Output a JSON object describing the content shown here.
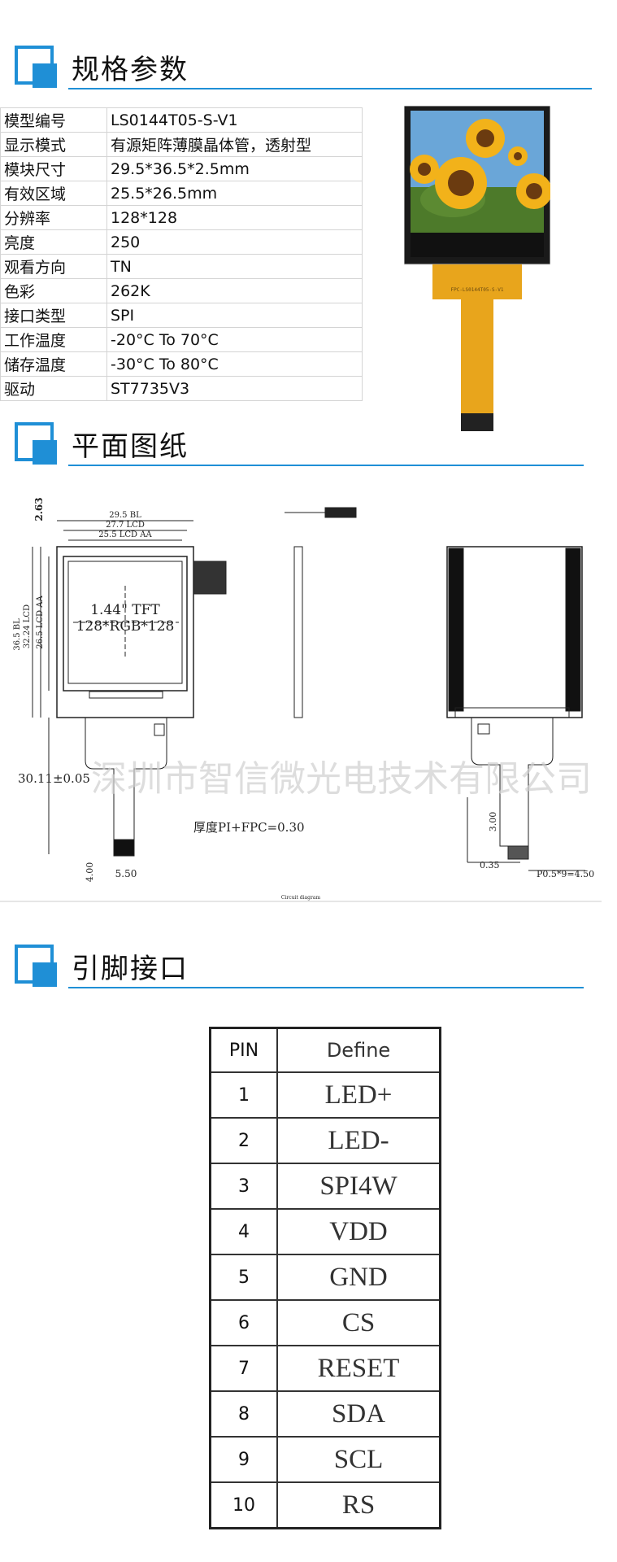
{
  "sections": {
    "spec_title": "规格参数",
    "drawing_title": "平面图纸",
    "pin_title": "引脚接口"
  },
  "specs": [
    {
      "label": "模型编号",
      "value": "LS0144T05-S-V1"
    },
    {
      "label": "显示模式",
      "value": "有源矩阵薄膜晶体管，透射型"
    },
    {
      "label": "模块尺寸",
      "value": "29.5*36.5*2.5mm"
    },
    {
      "label": "有效区域",
      "value": "25.5*26.5mm"
    },
    {
      "label": "分辨率",
      "value": "128*128"
    },
    {
      "label": "亮度",
      "value": "250"
    },
    {
      "label": "观看方向",
      "value": "TN"
    },
    {
      "label": "色彩",
      "value": "262K"
    },
    {
      "label": "接口类型",
      "value": "SPI"
    },
    {
      "label": "工作温度",
      "value": "-20°C To 70°C"
    },
    {
      "label": "储存温度",
      "value": "-30°C To 80°C"
    },
    {
      "label": "驱动",
      "value": "ST7735V3"
    }
  ],
  "product": {
    "fpc_text": "FPC-LS0144T05-S-V1",
    "colors": {
      "sky": "#6aa6d8",
      "petal": "#f2b21a",
      "center": "#6b3b10",
      "leaf": "#4d7a2a",
      "fpc": "#e8a51c"
    }
  },
  "drawing": {
    "dims": {
      "top": "2.63",
      "bl_w": "29.5 BL",
      "lcd_w": "27.7 LCD",
      "aa_w": "25.5 LCD AA",
      "bl_h": "36.5 BL",
      "lcd_h": "32.24 LCD",
      "aa_h": "26.5 LCD AA",
      "total": "30.11±0.05",
      "thick": "厚度PI+FPC=0.30",
      "tail_h": "4.00",
      "tail_w": "5.50",
      "r_3": "3.00",
      "r_035": "0.35",
      "pitch": "P0.5*9=4.50"
    },
    "screen_text": [
      "1.44\" TFT",
      "128*RGB*128"
    ],
    "watermark": "深圳市智信微光电技术有限公司",
    "caption": "Circuit diagram"
  },
  "pins": {
    "header": [
      "PIN",
      "Define"
    ],
    "rows": [
      {
        "pin": "1",
        "define": "LED+"
      },
      {
        "pin": "2",
        "define": "LED-"
      },
      {
        "pin": "3",
        "define": "SPI4W"
      },
      {
        "pin": "4",
        "define": "VDD"
      },
      {
        "pin": "5",
        "define": "GND"
      },
      {
        "pin": "6",
        "define": "CS"
      },
      {
        "pin": "7",
        "define": "RESET"
      },
      {
        "pin": "8",
        "define": "SDA"
      },
      {
        "pin": "9",
        "define": "SCL"
      },
      {
        "pin": "10",
        "define": "RS"
      }
    ]
  },
  "accent": "#1f8fd6"
}
